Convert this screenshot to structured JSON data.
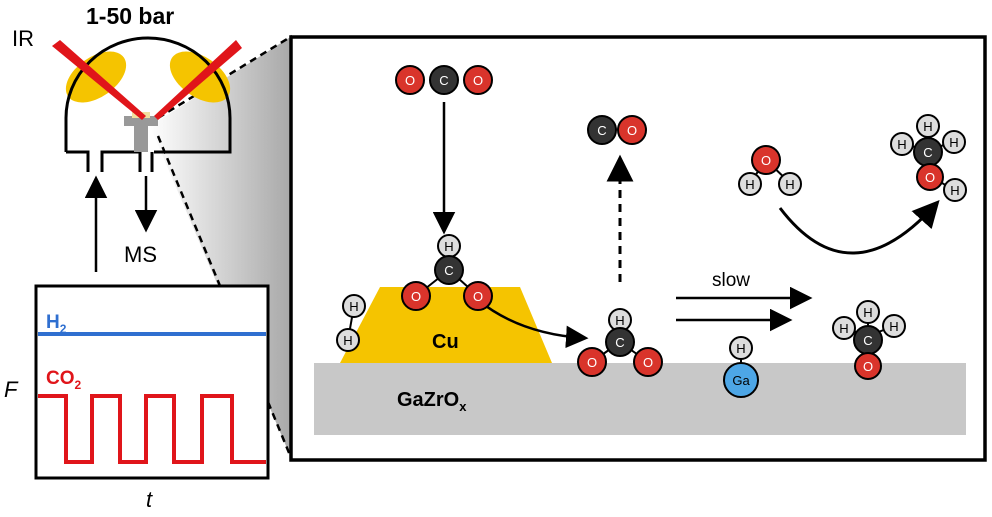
{
  "reactor": {
    "ir_label": "IR",
    "pressure_label": "1-50 bar",
    "ms_label": "MS"
  },
  "flow_plot": {
    "y_axis_label": "F",
    "x_axis_label": "t",
    "h2_symbol": "H",
    "h2_subscript": "2",
    "co2_symbol": "CO",
    "co2_subscript": "2",
    "h2_color": "#2f6fd0",
    "co2_color": "#e0151a"
  },
  "mechanism": {
    "catalyst_label": "Cu",
    "support_symbol": "GaZrO",
    "support_subscript": "x",
    "slow_label": "slow",
    "atoms": {
      "O": "O",
      "C": "C",
      "H": "H",
      "Ga": "Ga"
    },
    "colors": {
      "oxygen": "#d9342b",
      "carbon": "#333333",
      "hydrogen": "#dddddd",
      "gallium": "#4da6e6",
      "copper": "#f5c400",
      "support": "#c8c8c8"
    }
  }
}
